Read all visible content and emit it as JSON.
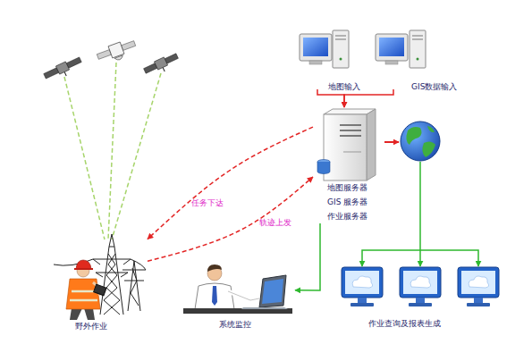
{
  "diagram": {
    "nodes": [
      {
        "text": [
          "地图输入"
        ]
      },
      {
        "text": [
          "GIS数据输入"
        ]
      },
      {
        "text": [
          "地图服务器",
          "GIS 服务器",
          "作业服务器"
        ]
      },
      {
        "text": [
          "野外作业"
        ]
      },
      {
        "text": [
          "系统监控"
        ]
      },
      {
        "text": [
          "作业查询及报表生成"
        ]
      }
    ],
    "edges": [
      {
        "from": 0,
        "to": 2,
        "arrow": "to"
      },
      {
        "from": 1,
        "to": 2,
        "arrow": "to"
      },
      {
        "from": 2,
        "to": 3,
        "label": "任务下达",
        "arrow": "to"
      },
      {
        "from": 3,
        "to": 2,
        "label": "轨迹上发",
        "arrow": "to"
      },
      {
        "from": 2,
        "to": 4,
        "arrow": "to"
      },
      {
        "from": 2,
        "to": 5,
        "arrow": "to"
      }
    ]
  }
}
